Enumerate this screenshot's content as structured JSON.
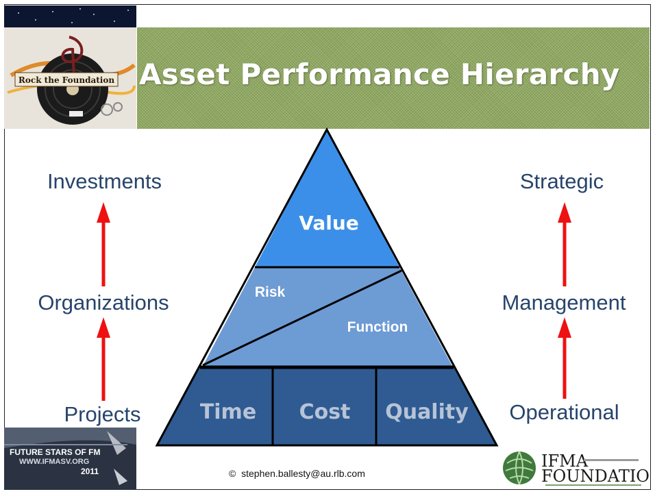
{
  "title": "Asset Performance Hierarchy",
  "left_labels": [
    "Investments",
    "Organizations",
    "Projects"
  ],
  "right_labels": [
    "Strategic",
    "Management",
    "Operational"
  ],
  "pyramid": {
    "top": "Value",
    "middle_left": "Risk",
    "middle_right": "Function",
    "bottom": [
      "Time",
      "Cost",
      "Quality"
    ]
  },
  "logos": {
    "top_left_text": "Rock the Foundation",
    "bottom_left_line1": "FUTURE STARS OF FM",
    "bottom_left_line2": "WWW.IFMASV.ORG",
    "bottom_left_year": "2011",
    "bottom_right_line1": "IFMA",
    "bottom_right_line2": "FOUNDATION"
  },
  "copyright_symbol": "©",
  "copyright_email": "stephen.ballesty@au.rlb.com",
  "colors": {
    "title_bg": "#8fa860",
    "label_text": "#27446b",
    "arrow": "#ee1111",
    "tier_top": "#3b8fe8",
    "tier_middle": "#6d9bd4",
    "tier_bottom": "#2f5b92"
  }
}
